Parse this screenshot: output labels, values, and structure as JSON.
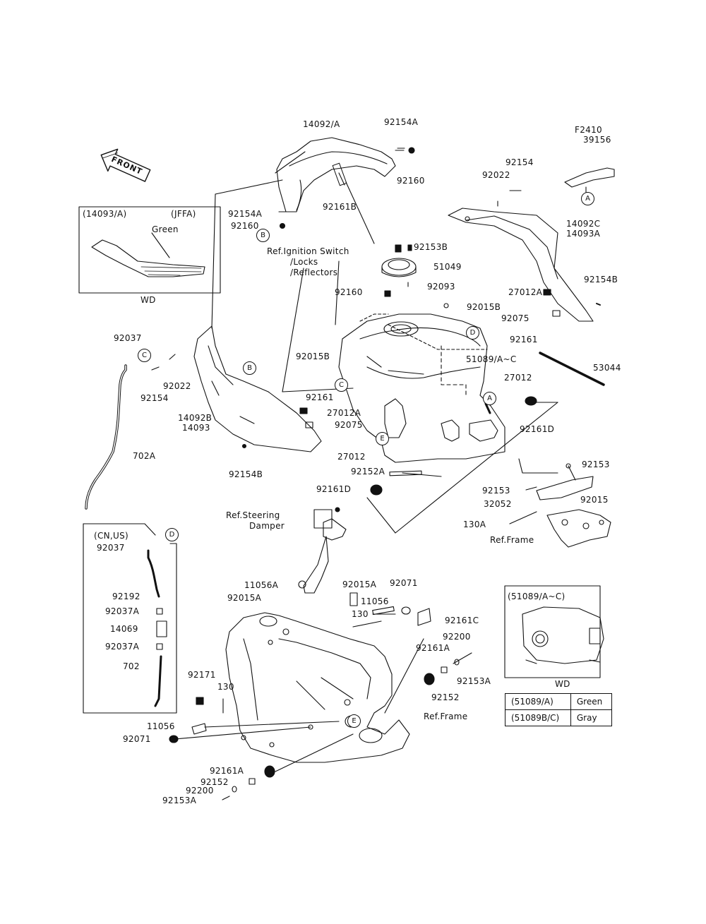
{
  "diagram_code": "F2410",
  "front_label": "FRONT",
  "jffa_box": {
    "part": "(14093/A)",
    "market": "(JFFA)",
    "color": "Green",
    "footer": "WD"
  },
  "cnus_box": {
    "market": "(CN,US)"
  },
  "tank_box": {
    "part": "(51089/A~C)",
    "footer": "WD"
  },
  "color_table": [
    {
      "part": "(51089/A)",
      "color": "Green"
    },
    {
      "part": "(51089B/C)",
      "color": "Gray"
    }
  ],
  "refs": {
    "ignition": [
      "Ref.Ignition Switch",
      "/Locks",
      "/Reflectors"
    ],
    "steering": [
      "Ref.Steering",
      "Damper"
    ],
    "frame": "Ref.Frame"
  },
  "callouts": {
    "a": "A",
    "b": "B",
    "c": "C",
    "d": "D",
    "e": "E"
  },
  "parts": {
    "p14092a": "14092/A",
    "p92154a_top": "92154A",
    "p92160_top": "92160",
    "p92161b": "92161B",
    "p92154a_l": "92154A",
    "p92160_l": "92160",
    "p39156": "39156",
    "p92154": "92154",
    "p92022": "92022",
    "p14092c": "14092C",
    "p14093a": "14093A",
    "p92153b": "92153B",
    "p51049": "51049",
    "p92093": "92093",
    "p92160_m": "92160",
    "p27012a_r": "27012A",
    "p92154b_r": "92154B",
    "p92015b_top": "92015B",
    "p92075_r": "92075",
    "p92161_r": "92161",
    "p51089": "51089/A~C",
    "p27012_r": "27012",
    "p53044": "53044",
    "p92037": "92037",
    "p92154_l": "92154",
    "p92022_l": "92022",
    "p92015b": "92015B",
    "p92161_m": "92161",
    "p27012a_l": "27012A",
    "p14092b": "14092B",
    "p14093": "14093",
    "p92075_l": "92075",
    "p92154b_l": "92154B",
    "p702a": "702A",
    "p27012_m": "27012",
    "p92161d_r": "92161D",
    "p92152a": "92152A",
    "p92153_r": "92153",
    "p92161d_m": "92161D",
    "p92153_m": "92153",
    "p92015": "92015",
    "p32052": "32052",
    "p130a": "130A",
    "p92037_b": "92037",
    "p92192": "92192",
    "p92037a_1": "92037A",
    "p14069": "14069",
    "p92037a_2": "92037A",
    "p702": "702",
    "p11056a": "11056A",
    "p92015a": "92015A",
    "p92015a_l": "92015A",
    "p92071": "92071",
    "p11056": "11056",
    "p130": "130",
    "p92161c": "92161C",
    "p92200": "92200",
    "p92161a_r": "92161A",
    "p92153a_r": "92153A",
    "p92152_r": "92152",
    "p92171": "92171",
    "p130_l": "130",
    "p11056_l": "11056",
    "p92071_l": "92071",
    "p92161a_b": "92161A",
    "p92152_b": "92152",
    "p92200_b": "92200",
    "p92153a_b": "92153A"
  }
}
